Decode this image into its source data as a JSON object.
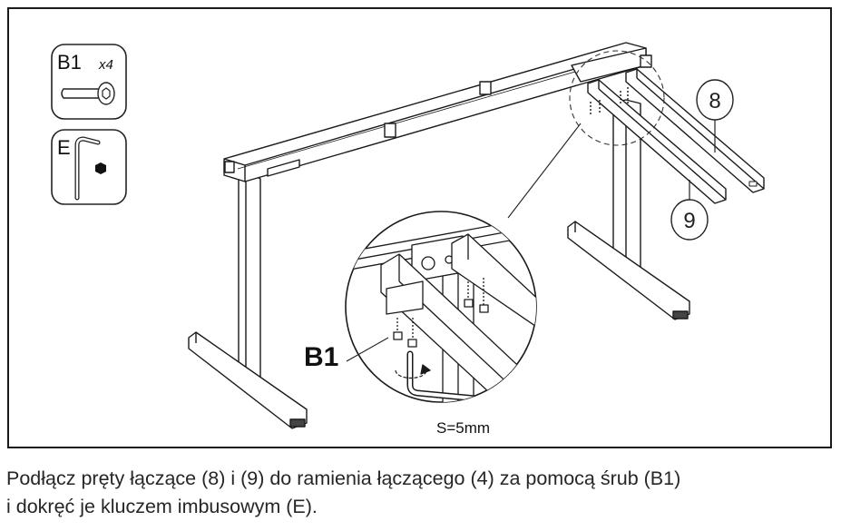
{
  "parts": {
    "screw": {
      "label": "B1",
      "quantity": "x4",
      "icon": "hex-socket-screw-icon"
    },
    "wrench": {
      "label": "E",
      "icon": "allen-key-icon"
    }
  },
  "callouts": {
    "part_8": "8",
    "part_9": "9",
    "detail_screw_label": "B1",
    "wrench_size": "S=5mm"
  },
  "caption": {
    "line1": "Podłącz pręty łączące (8) i (9) do ramienia łączącego (4) za pomocą śrub (B1)",
    "line2": "i dokręć je kluczem imbusowym (E)."
  }
}
